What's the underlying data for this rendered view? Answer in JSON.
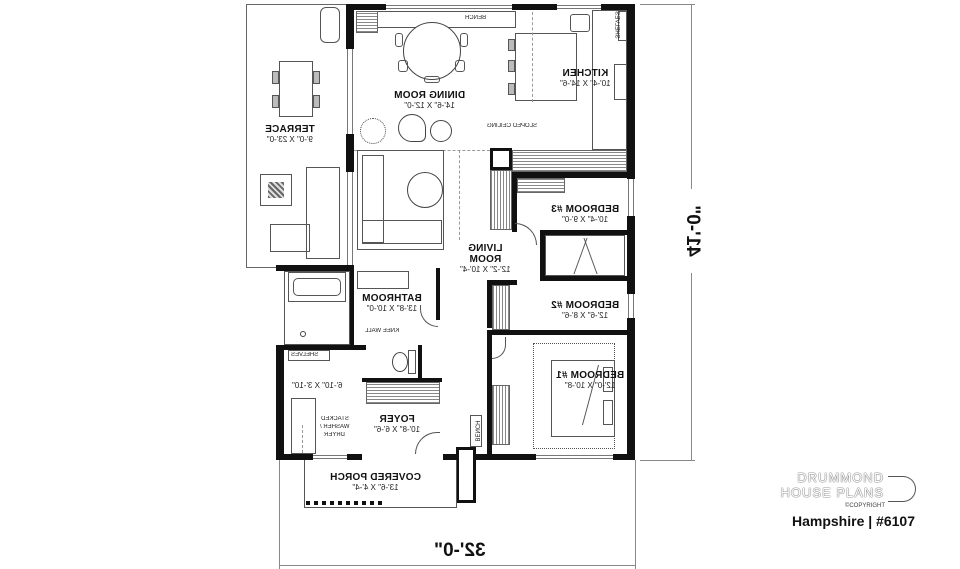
{
  "plan": {
    "mirrored": true,
    "rooms": [
      {
        "id": "terrace",
        "name": "TERRACE",
        "dim": "9'-0\" X 23'-0\""
      },
      {
        "id": "dining",
        "name": "DINING ROOM",
        "dim": "14'-6\" X 12'-0\""
      },
      {
        "id": "kitchen",
        "name": "KITCHEN",
        "dim": "10'-4\" X 14'-6\""
      },
      {
        "id": "living",
        "name": "LIVING",
        "name2": "ROOM",
        "dim": "12'-2\" X 10'-4\""
      },
      {
        "id": "bedroom3",
        "name": "BEDROOM #3",
        "dim": "10'-4\" X 9'-0\""
      },
      {
        "id": "bedroom2",
        "name": "BEDROOM #2",
        "dim": "12'-6\" X 8'-6\""
      },
      {
        "id": "bedroom1",
        "name": "BEDROOM #1",
        "dim": "12'-0\" X 10'-8\""
      },
      {
        "id": "bathroom",
        "name": "BATHROOM",
        "dim": "13'-8\" X 10'-0\""
      },
      {
        "id": "laundry",
        "name": "",
        "dim": "6'-10\" X 3'-10\""
      },
      {
        "id": "foyer",
        "name": "FOYER",
        "dim": "10'-8\" X 6'-6\""
      },
      {
        "id": "porch",
        "name": "COVERED PORCH",
        "dim": "13'-6\" X 4'-4\""
      }
    ],
    "annotations": {
      "bench_top": "BENCH",
      "shelves_kitchen": "SHELVES",
      "sloped_ceiling": "SLOPED CEILING",
      "knee_wall": "KNEE WALL",
      "shelves_laundry": "SHELVES",
      "washer_line1": "STACKED",
      "washer_line2": "WASHER /",
      "washer_line3": "DRYER",
      "bench_foyer": "BENCH"
    },
    "dimensions": {
      "width": "32'-0\"",
      "depth": "41'-0\""
    }
  },
  "branding": {
    "line1": "DRUMMOND",
    "line2": "HOUSE PLANS",
    "copyright": "©COPYRIGHT",
    "plan_name": "Hampshire | #6107"
  },
  "colors": {
    "wall": "#111111",
    "line": "#555555",
    "background": "#ffffff"
  }
}
